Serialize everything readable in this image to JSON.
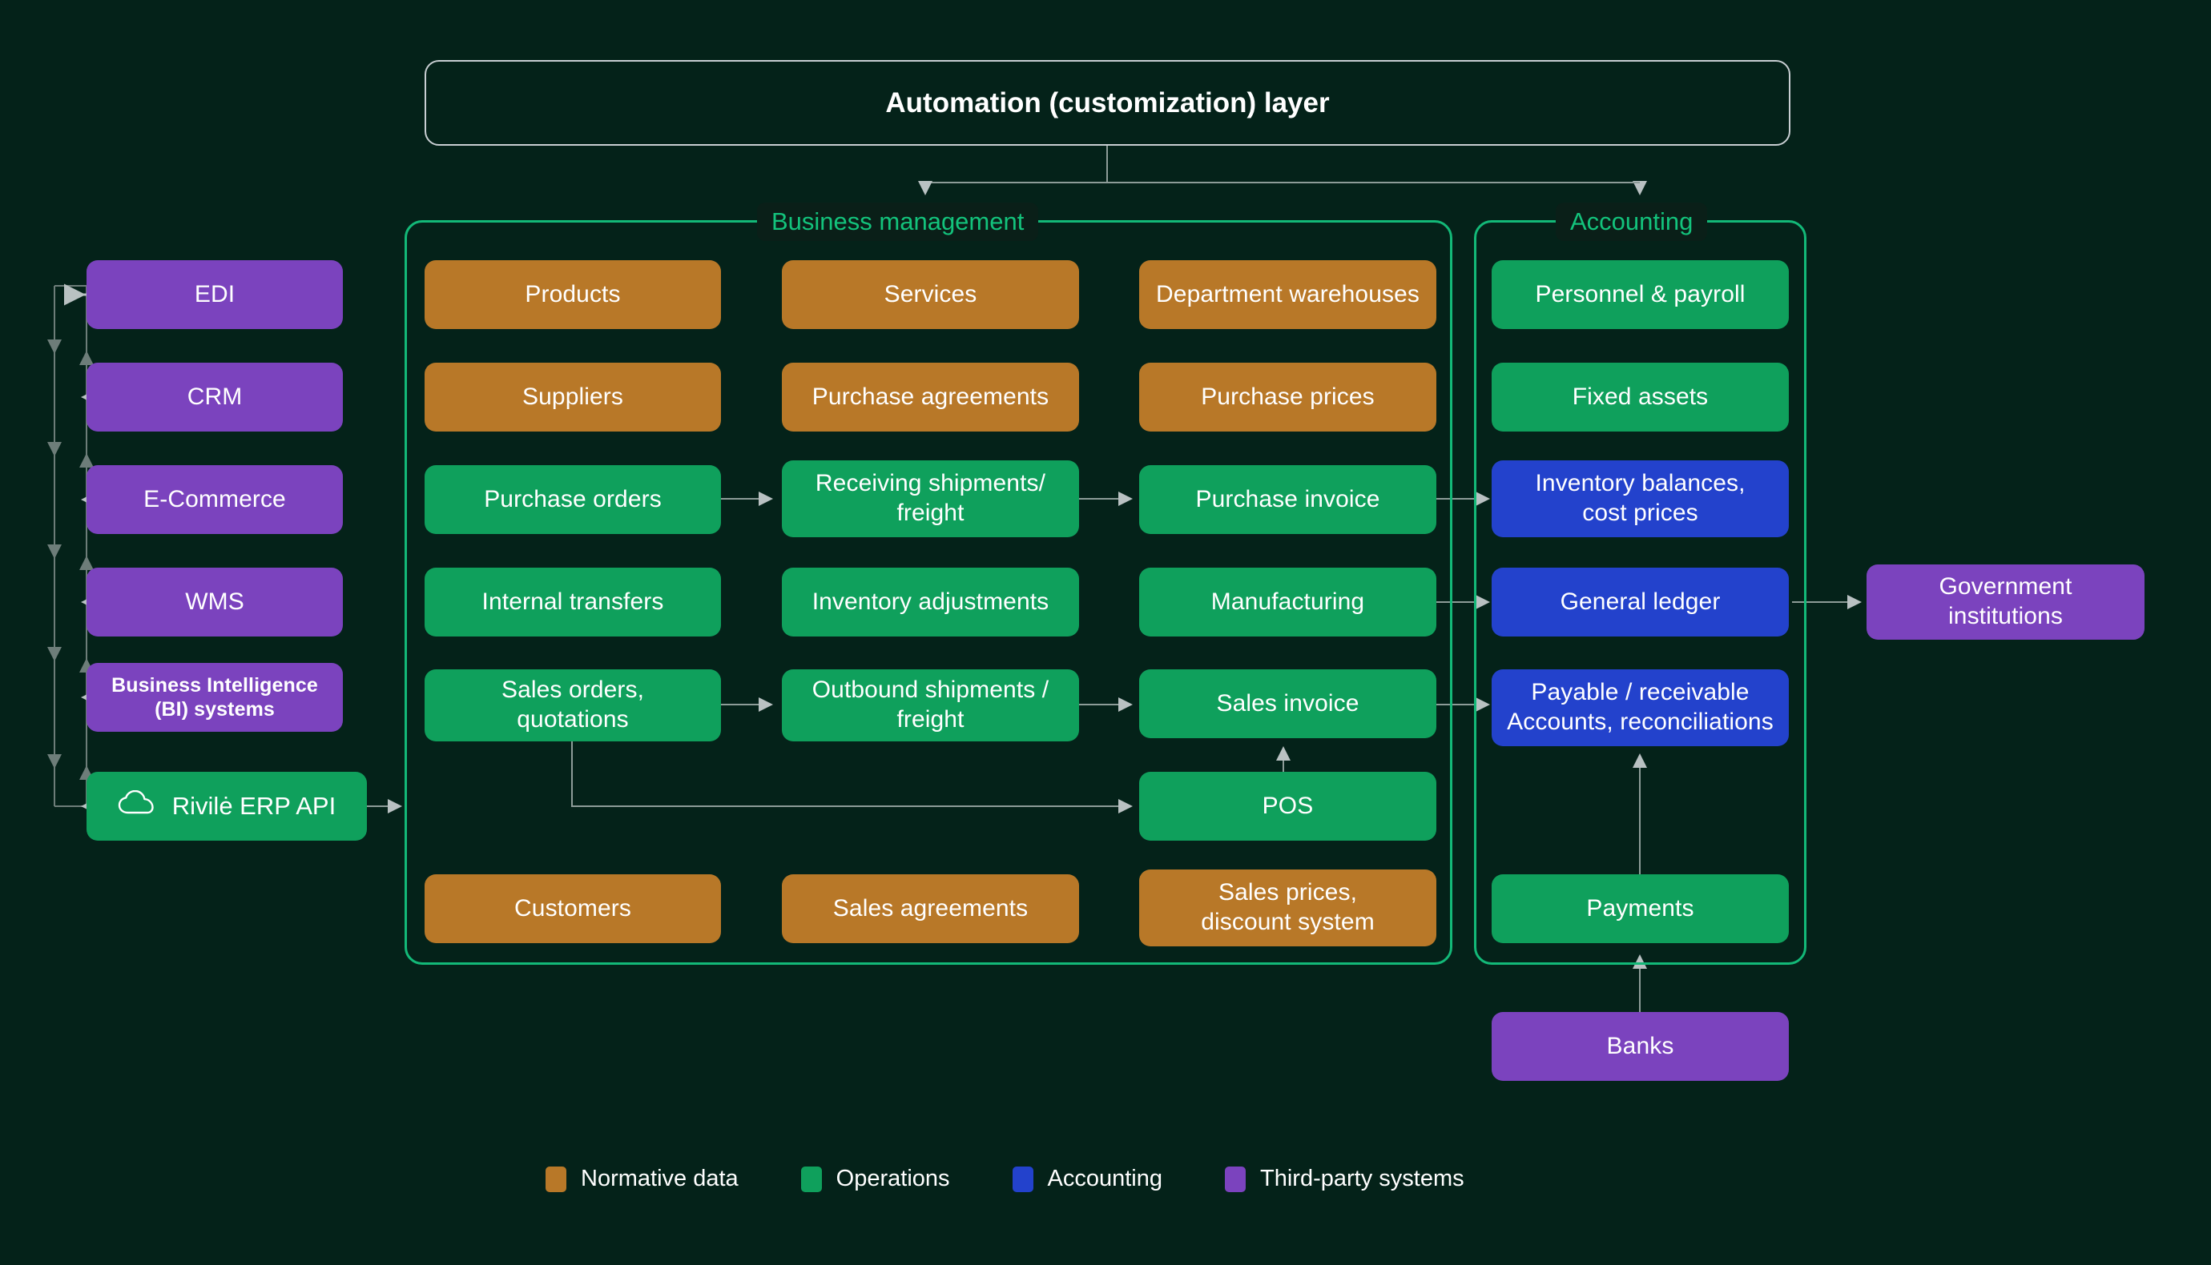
{
  "page": {
    "background_color": "#042219",
    "title": "Rivile ERP architecture diagram"
  },
  "automation": {
    "label": "Automation (customization) layer",
    "border_color": "#c9cfd3"
  },
  "groups": {
    "business": {
      "label": "Business management",
      "color": "#13c37c"
    },
    "accounting": {
      "label": "Accounting",
      "color": "#13c37c"
    }
  },
  "third_party": {
    "items": [
      {
        "label": "EDI",
        "color": "#7b43be"
      },
      {
        "label": "CRM",
        "color": "#7b43be"
      },
      {
        "label": "E-Commerce",
        "color": "#7b43be"
      },
      {
        "label": "WMS",
        "color": "#7b43be"
      },
      {
        "label": "Business Intelligence (BI) systems",
        "color": "#7b43be"
      }
    ]
  },
  "api": {
    "label": "Rivilė ERP API",
    "icon": "cloud-icon",
    "color": "#0fa05c"
  },
  "business_management": {
    "rows": [
      {
        "cells": [
          {
            "label": "Products",
            "type": "normative"
          },
          {
            "label": "Services",
            "type": "normative"
          },
          {
            "label": "Department warehouses",
            "type": "normative"
          }
        ]
      },
      {
        "cells": [
          {
            "label": "Suppliers",
            "type": "normative"
          },
          {
            "label": "Purchase agreements",
            "type": "normative"
          },
          {
            "label": "Purchase prices",
            "type": "normative"
          }
        ]
      },
      {
        "cells": [
          {
            "label": "Purchase orders",
            "type": "operations"
          },
          {
            "label": "Receiving shipments/\nfreight",
            "type": "operations"
          },
          {
            "label": "Purchase invoice",
            "type": "operations"
          }
        ]
      },
      {
        "cells": [
          {
            "label": "Internal transfers",
            "type": "operations"
          },
          {
            "label": "Inventory adjustments",
            "type": "operations"
          },
          {
            "label": "Manufacturing",
            "type": "operations"
          }
        ]
      },
      {
        "cells": [
          {
            "label": "Sales orders,\nquotations",
            "type": "operations"
          },
          {
            "label": "Outbound shipments /\nfreight",
            "type": "operations"
          },
          {
            "label": "Sales invoice",
            "type": "operations"
          }
        ]
      },
      {
        "cells": [
          {
            "label": "POS",
            "type": "operations"
          }
        ]
      },
      {
        "cells": [
          {
            "label": "Customers",
            "type": "normative"
          },
          {
            "label": "Sales agreements",
            "type": "normative"
          },
          {
            "label": "Sales prices,\ndiscount system",
            "type": "normative"
          }
        ]
      }
    ]
  },
  "accounting_column": {
    "items": [
      {
        "label": "Personnel & payroll",
        "type": "operations"
      },
      {
        "label": "Fixed assets",
        "type": "operations"
      },
      {
        "label": "Inventory balances,\ncost prices",
        "type": "accounting"
      },
      {
        "label": "General ledger",
        "type": "accounting"
      },
      {
        "label": "Payable / receivable\nAccounts, reconciliations",
        "type": "accounting"
      },
      {
        "label": "Payments",
        "type": "operations"
      }
    ]
  },
  "external": {
    "government": {
      "label": "Government\ninstitutions",
      "type": "thirdparty"
    },
    "banks": {
      "label": "Banks",
      "type": "thirdparty"
    }
  },
  "legend": {
    "items": [
      {
        "label": "Normative data",
        "color": "#b87828"
      },
      {
        "label": "Operations",
        "color": "#0fa05c"
      },
      {
        "label": "Accounting",
        "color": "#2342cc"
      },
      {
        "label": "Third-party systems",
        "color": "#7b43be"
      }
    ]
  }
}
